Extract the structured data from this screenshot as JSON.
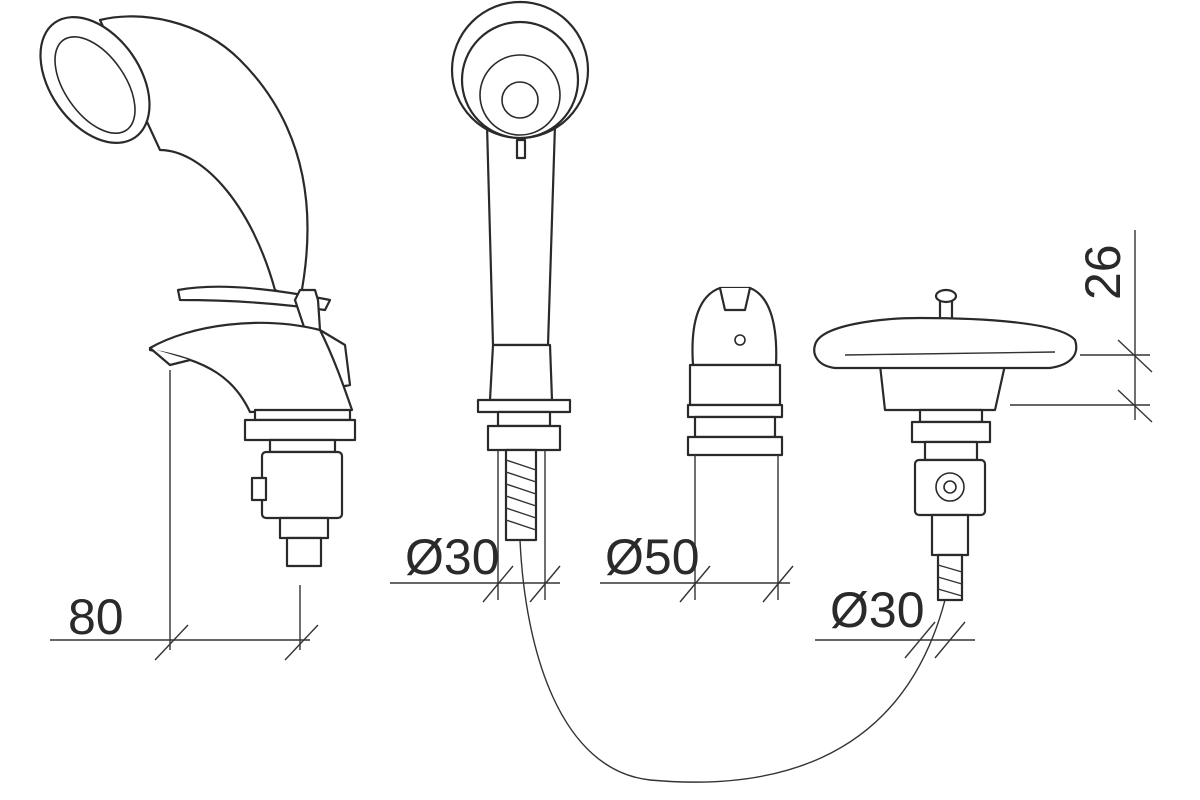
{
  "dimensions": {
    "faucet_reach": "80",
    "shower_hole_diameter": "Ø30",
    "valve_hole_diameter": "Ø50",
    "diverter_hole_diameter": "Ø30",
    "diverter_height": "26"
  },
  "colors": {
    "line": "#2a2a2a",
    "background": "#ffffff"
  }
}
